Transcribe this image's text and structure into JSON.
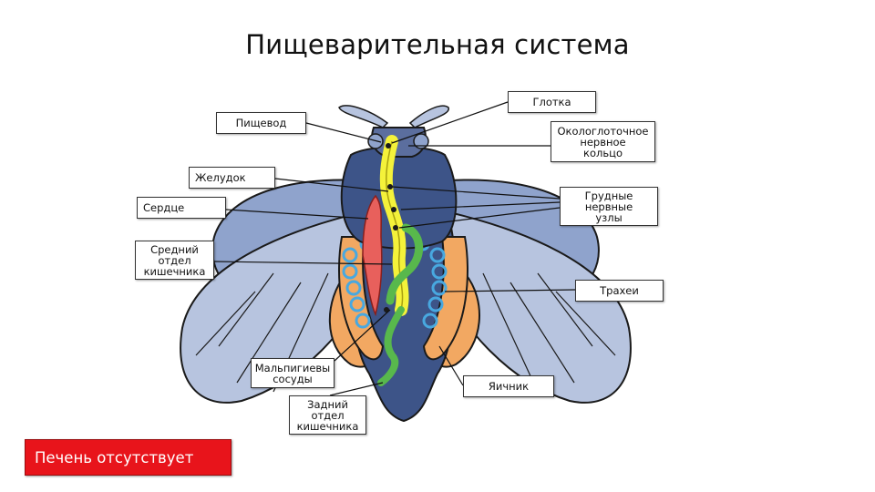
{
  "title": "Пищеварительная система",
  "labels": {
    "glotka": "Глотка",
    "pischevod": "Пищевод",
    "ring": "Окологлоточное\nнервное\nкольцо",
    "zheludok": "Желудок",
    "serdce": "Сердце",
    "nodes": "Грудные\nнервные\nузлы",
    "midgut": "Средний\nотдел\nкишечника",
    "trachea": "Трахеи",
    "malpighi": "Мальпигиевы\nсосуды",
    "ovary": "Яичник",
    "hindgut": "Задний\nотдел\nкишечника"
  },
  "note": "Печень отсутствует",
  "colors": {
    "note_bg": "#e8141b",
    "wing": "#a9b8d6",
    "body": "#3d5488",
    "ovary": "#f2a862",
    "gut_yellow": "#f4f23a",
    "heart_red": "#e8605c",
    "green_gut": "#58b84c",
    "trachea_blue": "#48a8e0"
  }
}
